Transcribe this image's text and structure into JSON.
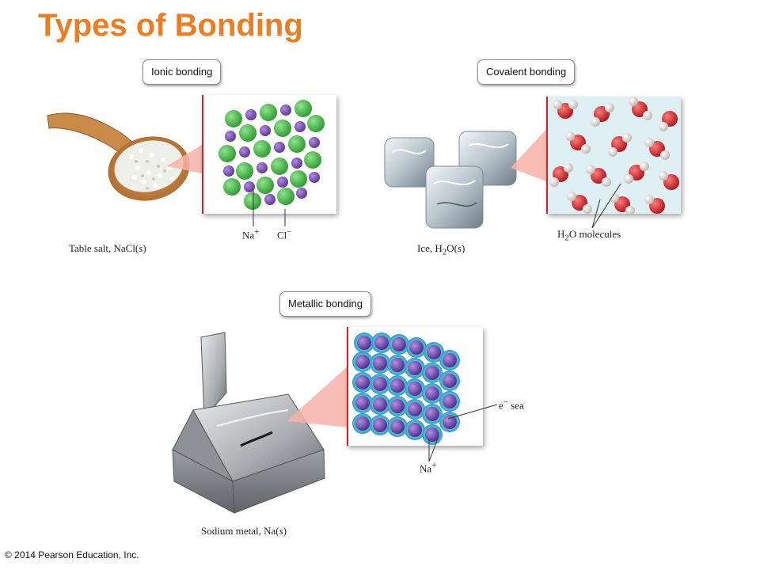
{
  "title": "Types of Bonding",
  "ionic": {
    "tag": "Ionic bonding",
    "caption_pre": "Table salt, NaCl(",
    "caption_state": "s",
    "caption_post": ")",
    "label_na": "Na",
    "label_na_charge": "+",
    "label_cl": "Cl",
    "label_cl_charge": "−"
  },
  "covalent": {
    "tag": "Covalent bonding",
    "caption_pre": "Ice, H",
    "caption_sub": "2",
    "caption_mid": "O(",
    "caption_state": "s",
    "caption_post": ")",
    "label_pre": "H",
    "label_sub": "2",
    "label_post": "O molecules"
  },
  "metallic": {
    "tag": "Metallic bonding",
    "caption_pre": "Sodium metal, Na(",
    "caption_state": "s",
    "caption_post": ")",
    "label_e": "e",
    "label_e_charge": "−",
    "label_sea": " sea",
    "label_na": "Na",
    "label_na_charge": "+"
  },
  "footer": "© 2014 Pearson Education, Inc.",
  "colors": {
    "title": "#ee7d22",
    "sodium": "#7b4fb8",
    "chloride": "#3fb83f",
    "oxygen": "#d2232a",
    "hydrogen": "#e6e0dc",
    "electron_sea": "#3aa6c8",
    "panel_edge": "#d2232a"
  },
  "icons": [
    "wooden-spoon-salt",
    "ice-cubes",
    "sodium-metal-block"
  ]
}
